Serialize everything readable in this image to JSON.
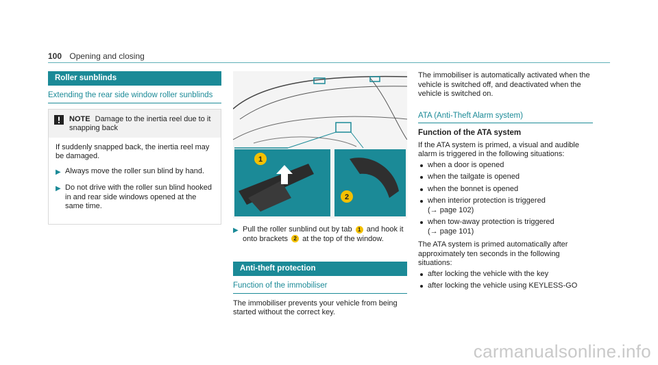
{
  "header": {
    "page_number": "100",
    "section": "Opening and closing"
  },
  "col1": {
    "section_title": "Roller sunblinds",
    "subhead": "Extending the rear side window roller sunblinds",
    "note": {
      "icon": "exclamation-icon",
      "title": "NOTE",
      "title_text": "Damage to the inertia reel due to it snapping back",
      "body": "If suddenly snapped back, the inertia reel may be damaged.",
      "steps": [
        "Always move the roller sun blind by hand.",
        "Do not drive with the roller sun blind hooked in and rear side windows opened at the same time."
      ]
    }
  },
  "col2": {
    "figure": {
      "callout1": "1",
      "callout2": "2"
    },
    "step": {
      "part1": "Pull the roller sunblind out by tab",
      "badge1": "1",
      "part2": "and hook it onto brackets",
      "badge2": "2",
      "part3": "at the top of the window."
    },
    "section_title": "Anti-theft protection",
    "subhead": "Function of the immobiliser",
    "para": "The immobiliser prevents your vehicle from being started without the correct key."
  },
  "col3": {
    "intro": "The immobiliser is automatically activated when the vehicle is switched off, and deactivated when the vehicle is switched on.",
    "subhead": "ATA (Anti-Theft Alarm system)",
    "function_title": "Function of the ATA system",
    "function_text": "If the ATA system is primed, a visual and audible alarm is triggered in the following situations:",
    "situations": [
      {
        "text": "when a door is opened",
        "ref": ""
      },
      {
        "text": "when the tailgate is opened",
        "ref": ""
      },
      {
        "text": "when the bonnet is opened",
        "ref": ""
      },
      {
        "text": "when interior protection is triggered",
        "ref": "(→ page 102)"
      },
      {
        "text": "when tow-away protection is triggered",
        "ref": "(→ page 101)"
      }
    ],
    "auto_text": "The ATA system is primed automatically after approximately ten seconds in the following situations:",
    "auto_situations": [
      "after locking the vehicle with the key",
      "after locking the vehicle using KEYLESS-GO"
    ]
  },
  "watermark": "carmanualsonline.info",
  "colors": {
    "accent": "#1b8a97",
    "badge": "#f3c000",
    "figure_bg": "#f7f7f7"
  }
}
